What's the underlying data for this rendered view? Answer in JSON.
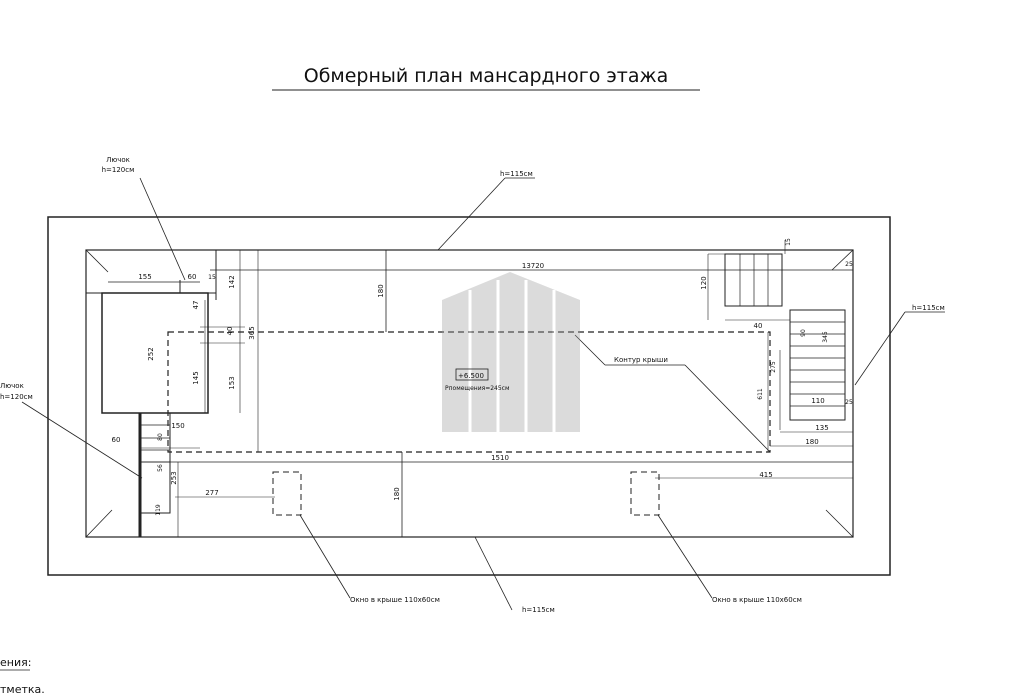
{
  "title": "Обмерный план мансардного этажа",
  "labels": {
    "hatch_top": "Лючок",
    "hatch_top_h": "h=120см",
    "hatch_left": "Лючок",
    "hatch_left_h": "h=120см",
    "h_top": "h=115см",
    "h_right": "h=115см",
    "h_bottom": "h=115см",
    "roof_contour": "Контур крыши",
    "window_left": "Окно в крыше 110х60см",
    "window_right": "Окно в крыше 110х60см",
    "elevation": "+6.500",
    "room_height": "Рпомещения=245см"
  },
  "dimensions": {
    "d13720": "13720",
    "d1510": "1510",
    "d155": "155",
    "d60a": "60",
    "d15a": "15",
    "d142": "142",
    "d47": "47",
    "d40a": "40",
    "d365": "365",
    "d180a": "180",
    "d252": "252",
    "d145": "145",
    "d153": "153",
    "d150": "150",
    "d60b": "60",
    "d80": "80",
    "d56": "56",
    "d253": "253",
    "d119": "119",
    "d277": "277",
    "d180b": "180",
    "d15b": "15",
    "d120": "120",
    "d25a": "25",
    "d40b": "40",
    "d90": "90",
    "d345": "345",
    "d275": "275",
    "d611": "611",
    "d110": "110",
    "d25b": "25",
    "d135": "135",
    "d180c": "180",
    "d415": "415"
  },
  "legend": {
    "line1": "ения:",
    "line2": "тметка."
  }
}
